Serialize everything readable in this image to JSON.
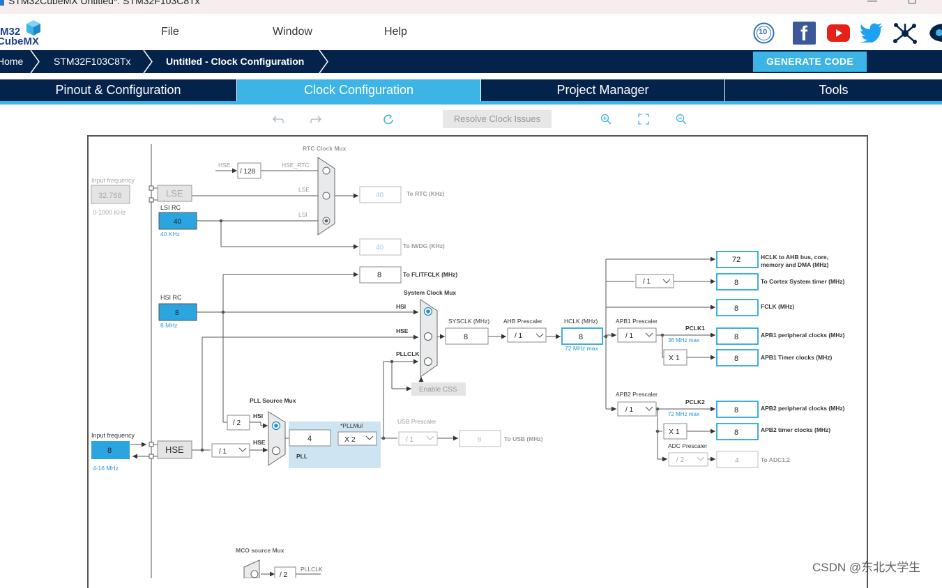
{
  "window": {
    "title": "STM32CubeMX Untitled*: STM32F103C8Tx",
    "minimize": "—",
    "maximize": "☐"
  },
  "logo": {
    "line1": "M32",
    "line2": "CubeMX"
  },
  "menu": {
    "file": "File",
    "window": "Window",
    "help": "Help"
  },
  "social": {
    "anniversary": "10",
    "facebook": "f"
  },
  "breadcrumb": {
    "home": "Home",
    "device": "STM32F103C8Tx",
    "current": "Untitled - Clock Configuration"
  },
  "generate_code": "GENERATE CODE",
  "tabs": {
    "pinout": "Pinout & Configuration",
    "clock": "Clock Configuration",
    "project": "Project Manager",
    "tools": "Tools"
  },
  "toolbar": {
    "resolve": "Resolve Clock Issues"
  },
  "clock": {
    "input_freq_label": "Input frequency",
    "lse_freq": "32.768",
    "lse_range": "0-1000 KHz",
    "lse": "LSE",
    "lsi_rc": "LSI RC",
    "lsi_value": "40",
    "lsi_unit": "40 KHz",
    "rtc_mux": "RTC Clock Mux",
    "hse_label": "HSE",
    "div128": "/ 128",
    "hse_rtc": "HSE_RTC",
    "lse_label": "LSE",
    "lsi_label": "LSI",
    "rtc_value": "40",
    "to_rtc": "To RTC (KHz)",
    "iwdg_value": "40",
    "to_iwdg": "To IWDG (KHz)",
    "flit_value": "8",
    "to_flit": "To FLITFCLK (MHz)",
    "hsi_rc": "HSI RC",
    "hsi_value": "8",
    "hsi_unit": "8 MHz",
    "sys_mux": "System Clock Mux",
    "hsi": "HSI",
    "hse": "HSE",
    "pllclk": "PLLCLK",
    "enable_css": "Enable CSS",
    "sysclk_label": "SYSCLK (MHz)",
    "sysclk": "8",
    "ahb_label": "AHB Prescaler",
    "ahb": "/ 1",
    "hclk_label": "HCLK (MHz)",
    "hclk": "8",
    "hclk_max": "72 MHz max",
    "hclk_ahb_value": "72",
    "hclk_ahb_label1": "HCLK to AHB bus, core,",
    "hclk_ahb_label2": "memory and DMA (MHz)",
    "cortex_div": "/ 1",
    "cortex_value": "8",
    "cortex_label": "To Cortex System timer (MHz)",
    "fclk_value": "8",
    "fclk_label": "FCLK (MHz)",
    "apb1_label": "APB1 Prescaler",
    "apb1": "/ 1",
    "pclk1": "PCLK1",
    "pclk1_max": "36 MHz max",
    "apb1_periph_value": "8",
    "apb1_periph_label": "APB1 peripheral clocks (MHz)",
    "apb1_timer_mult": "X 1",
    "apb1_timer_value": "8",
    "apb1_timer_label": "APB1 Timer clocks (MHz)",
    "apb2_label": "APB2 Prescaler",
    "apb2": "/ 1",
    "pclk2": "PCLK2",
    "pclk2_max": "72 MHz max",
    "apb2_periph_value": "8",
    "apb2_periph_label": "APB2 peripheral clocks (MHz)",
    "apb2_timer_mult": "X 1",
    "apb2_timer_value": "8",
    "apb2_timer_label": "APB2 timer clocks (MHz)",
    "adc_label": "ADC Prescaler",
    "adc": "/ 2",
    "adc_value": "4",
    "adc_out": "To ADC1,2",
    "pll_src_mux": "PLL Source Mux",
    "div2": "/ 2",
    "pll_hsi": "HSI",
    "pll_hse": "HSE",
    "pll_in": "4",
    "pllmul_label": "*PLLMul",
    "pllmul": "X 2",
    "pll": "PLL",
    "usb_label": "USB Prescaler",
    "usb": "/ 1",
    "usb_value": "8",
    "to_usb": "To USB (MHz)",
    "hse_freq_label": "Input frequency",
    "hse_freq": "8",
    "hse_range": "4-16 MHz",
    "hse_box": "HSE",
    "hse_div": "/ 1",
    "mco_mux": "MCO source Mux",
    "mco_div": "/ 2",
    "mco_pllclk": "PLLCLK"
  },
  "watermark": "CSDN @东北大学生",
  "colors": {
    "navy": "#03234b",
    "accent": "#3cb4e5",
    "blue_box": "#2aa5e0"
  }
}
